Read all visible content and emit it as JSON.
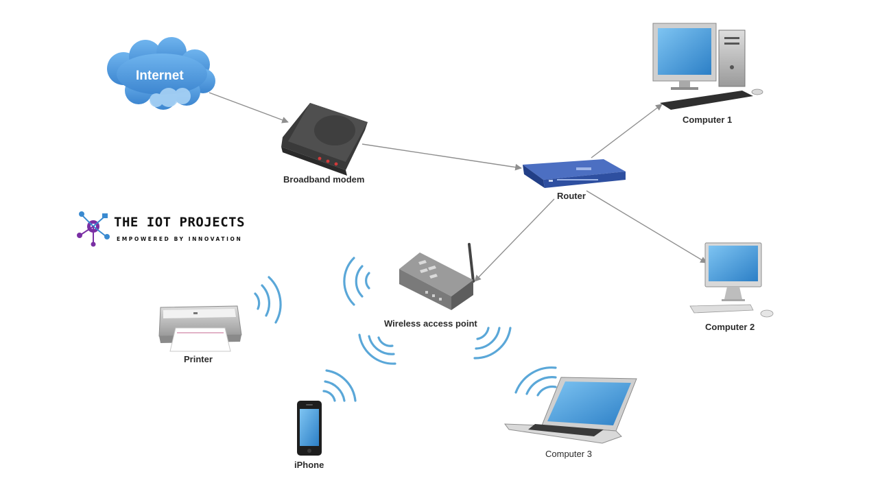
{
  "nodes": {
    "internet": "Internet",
    "modem": "Broadband modem",
    "router": "Router",
    "computer1": "Computer 1",
    "computer2": "Computer 2",
    "computer3": "Computer 3",
    "wap": "Wireless access point",
    "printer": "Printer",
    "iphone": "iPhone"
  },
  "logo": {
    "title": "THE IOT PROJECTS",
    "tagline": "EMPOWERED BY INNOVATION"
  },
  "edges": [
    {
      "from": "Internet",
      "to": "Broadband modem"
    },
    {
      "from": "Broadband modem",
      "to": "Router"
    },
    {
      "from": "Router",
      "to": "Computer 1"
    },
    {
      "from": "Router",
      "to": "Computer 2"
    },
    {
      "from": "Router",
      "to": "Wireless access point"
    }
  ],
  "colors": {
    "cloud": "#4f97dd",
    "wifi": "#5aa7d8",
    "router": "#2e4fa0",
    "link": "#8f8f8f"
  }
}
